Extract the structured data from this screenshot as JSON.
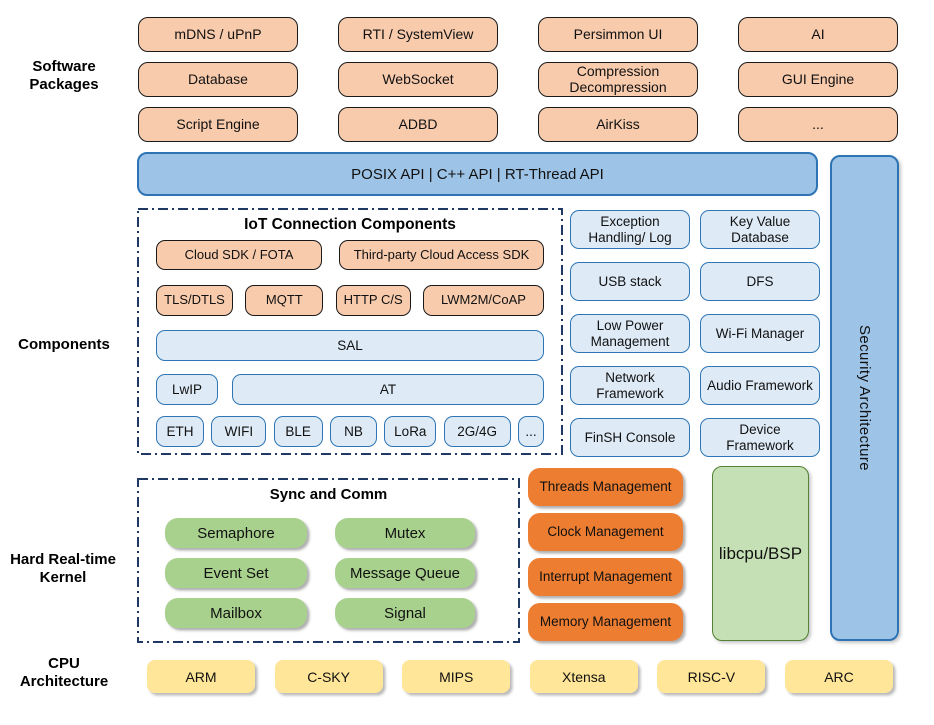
{
  "side_labels": {
    "software_packages": "Software Packages",
    "components": "Components",
    "kernel": "Hard Real-time Kernel",
    "cpu": "CPU Architecture"
  },
  "software_packages": {
    "rows": [
      [
        "mDNS / uPnP",
        "RTI / SystemView",
        "Persimmon UI",
        "AI"
      ],
      [
        "Database",
        "WebSocket",
        "Compression Decompression",
        "GUI Engine"
      ],
      [
        "Script Engine",
        "ADBD",
        "AirKiss",
        "..."
      ]
    ]
  },
  "api_bar": "POSIX API | C++ API | RT-Thread API",
  "security_bar": "Security Architecture",
  "iot": {
    "title": "IoT Connection Components",
    "cloud_row": [
      "Cloud SDK / FOTA",
      "Third-party Cloud Access SDK"
    ],
    "proto_row": [
      "TLS/DTLS",
      "MQTT",
      "HTTP C/S",
      "LWM2M/CoAP"
    ],
    "sal": "SAL",
    "lwip": "LwIP",
    "at": "AT",
    "links": [
      "ETH",
      "WIFI",
      "BLE",
      "NB",
      "LoRa",
      "2G/4G",
      "..."
    ]
  },
  "component_grid": [
    "Exception Handling/ Log",
    "Key Value Database",
    "USB stack",
    "DFS",
    "Low Power Management",
    "Wi-Fi Manager",
    "Network Framework",
    "Audio Framework",
    "FinSH Console",
    "Device Framework"
  ],
  "kernel": {
    "sync_title": "Sync and Comm",
    "sync_items": [
      "Semaphore",
      "Mutex",
      "Event Set",
      "Message Queue",
      "Mailbox",
      "Signal"
    ],
    "mgmt_items": [
      "Threads Management",
      "Clock Management",
      "Interrupt Management",
      "Memory Management"
    ],
    "libcpu": "libcpu/BSP"
  },
  "cpu_row": [
    "ARM",
    "C-SKY",
    "MIPS",
    "Xtensa",
    "RISC-V",
    "ARC"
  ],
  "colors": {
    "package_fill": "#F8CBAD",
    "package_border": "#000000",
    "api_bar_fill": "#9DC3E6",
    "api_bar_border": "#2E74B5",
    "component_fill": "#DEEBF7",
    "component_border": "#2E75B6",
    "kernel_sync_fill": "#A9D18E",
    "kernel_mgmt_fill": "#ED7D31",
    "libcpu_fill": "#C5E0B4",
    "libcpu_border": "#538135",
    "cpu_fill": "#FFE699",
    "dashed_outline": "#1F3864"
  }
}
